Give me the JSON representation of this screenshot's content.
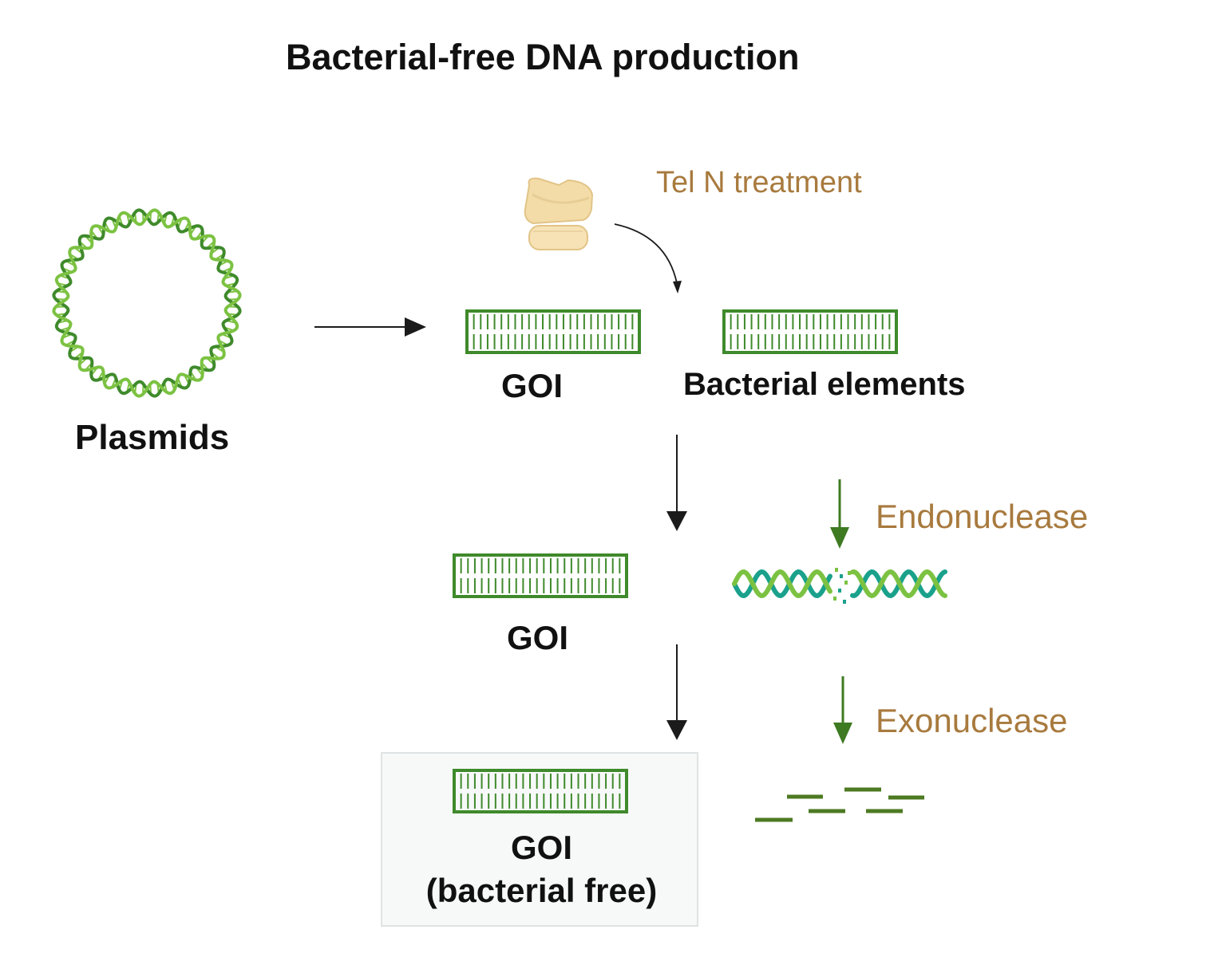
{
  "title": "Bacterial-free DNA production",
  "labels": {
    "plasmids": "Plasmids",
    "goi_1": "GOI",
    "bacterial_elements": "Bacterial elements",
    "goi_2": "GOI",
    "goi_final_line1": "GOI",
    "goi_final_line2": "(bacterial free)"
  },
  "enzymes": {
    "teln": "Tel N treatment",
    "endonuclease": "Endonuclease",
    "exonuclease": "Exonuclease"
  },
  "colors": {
    "dna_green": "#3f8a2b",
    "dna_light_green": "#7cc242",
    "dna_teal": "#1aa18c",
    "enzyme_text": "#a87a3e",
    "enzyme_fill": "#f6e2b4",
    "arrow_dark": "#1b1b1b",
    "arrow_green": "#3e7a22",
    "fragment_green": "#4d7a22"
  }
}
